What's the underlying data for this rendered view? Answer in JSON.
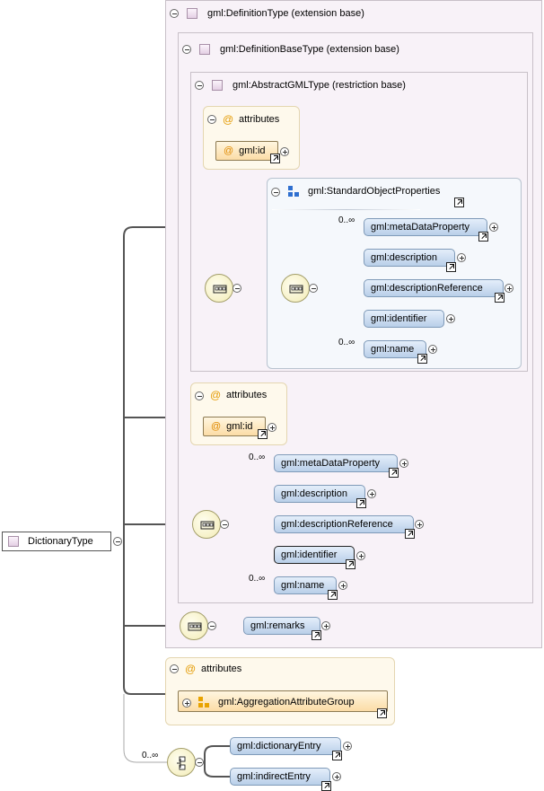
{
  "root": {
    "label": "DictionaryType"
  },
  "definition_type": {
    "label": "gml:DefinitionType (extension base)"
  },
  "definition_base_type": {
    "label": "gml:DefinitionBaseType (extension base)"
  },
  "abstract_gml_type": {
    "label": "gml:AbstractGMLType (restriction base)"
  },
  "attributes_label": "attributes",
  "attr_id": {
    "label": "gml:id"
  },
  "standard_object_properties": {
    "label": "gml:StandardObjectProperties",
    "occurrence_first": "0..∞",
    "occurrence_last": "0..∞",
    "elements": [
      "gml:metaDataProperty",
      "gml:description",
      "gml:descriptionReference",
      "gml:identifier",
      "gml:name"
    ]
  },
  "base_sequence": {
    "occurrence_first": "0..∞",
    "occurrence_last": "0..∞",
    "elements": [
      "gml:metaDataProperty",
      "gml:description",
      "gml:descriptionReference",
      "gml:identifier",
      "gml:name"
    ]
  },
  "remarks": {
    "label": "gml:remarks"
  },
  "aggregation": {
    "label": "gml:AggregationAttributeGroup"
  },
  "choice": {
    "occurrence": "0..∞",
    "elements": [
      "gml:dictionaryEntry",
      "gml:indirectEntry"
    ]
  },
  "colors": {
    "type_bg": "#f8f2f8",
    "attr_bg": "#fef9ec",
    "element_grad_top": "#e4eefa",
    "element_grad_bottom": "#b9cfe9",
    "attribute_symbol": "#e08a00"
  }
}
